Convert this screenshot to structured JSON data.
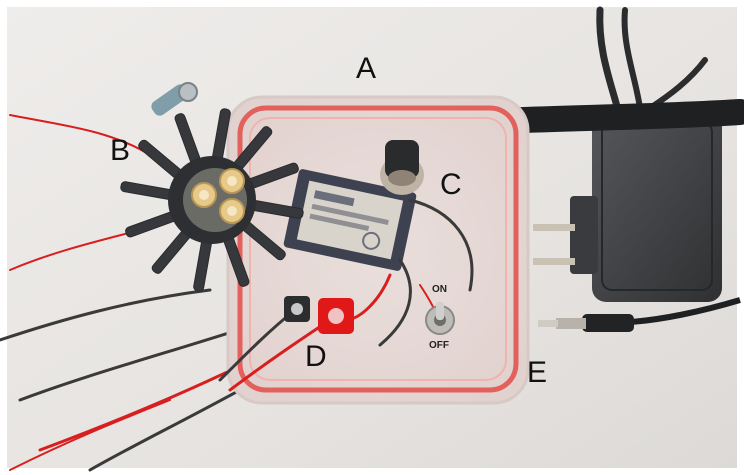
{
  "labels": {
    "a": "A",
    "b": "B",
    "c": "C",
    "d": "D",
    "e": "E"
  },
  "switch": {
    "on_text": "ON",
    "off_text": "OFF"
  },
  "colors": {
    "background": "#e9e6e3",
    "container_seal": "#e2615d",
    "wire_red": "#d81f1f",
    "wire_black": "#3a3a3a",
    "adapter": "#3e3f41",
    "led": "#e7c98a"
  }
}
